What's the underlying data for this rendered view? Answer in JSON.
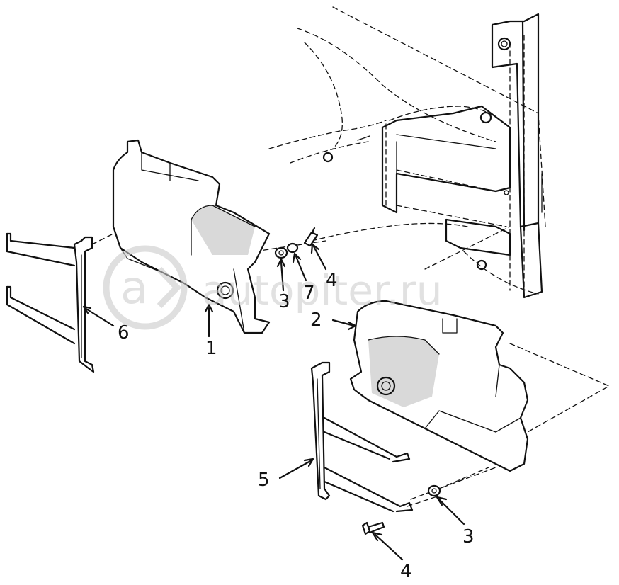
{
  "callouts": [
    {
      "id": "c1",
      "label": "1"
    },
    {
      "id": "c2",
      "label": "2"
    },
    {
      "id": "c3a",
      "label": "3"
    },
    {
      "id": "c7",
      "label": "7"
    },
    {
      "id": "c4a",
      "label": "4"
    },
    {
      "id": "c6",
      "label": "6"
    },
    {
      "id": "c5",
      "label": "5"
    },
    {
      "id": "c3b",
      "label": "3"
    },
    {
      "id": "c4b",
      "label": "4"
    }
  ],
  "watermark": {
    "text": "autopiter.ru",
    "icon": "a-chevron-logo-icon"
  }
}
